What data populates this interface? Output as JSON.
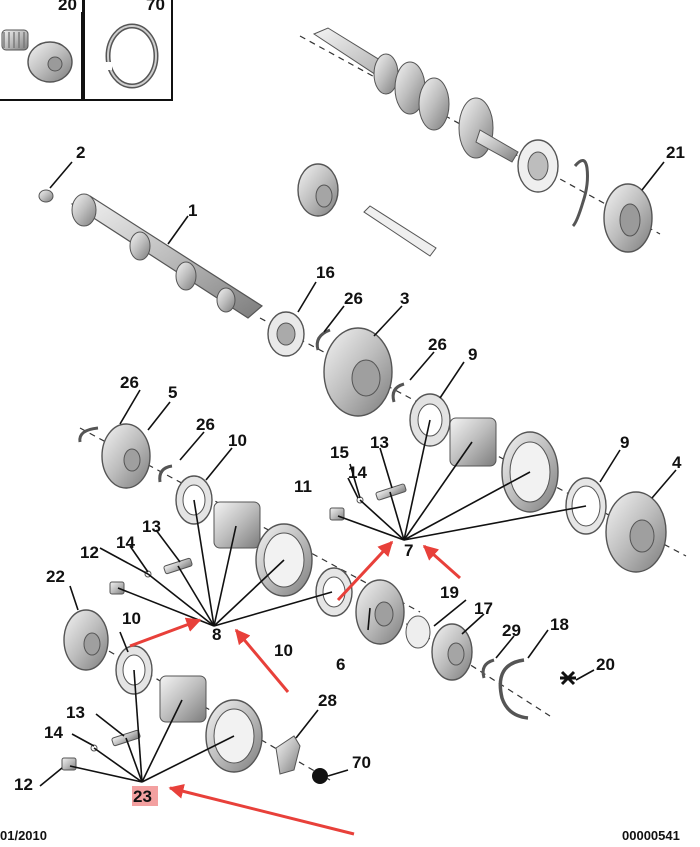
{
  "legend_boxes": [
    {
      "number": "20",
      "part": "bolt"
    },
    {
      "number": "70",
      "part": "snap-ring"
    }
  ],
  "part_labels": {
    "p1": "1",
    "p2": "2",
    "p3": "3",
    "p4": "4",
    "p5": "5",
    "p6": "6",
    "p7": "7",
    "p8": "8",
    "p9a": "9",
    "p9b": "9",
    "p10a": "10",
    "p10b": "10",
    "p10c": "10",
    "p11": "11",
    "p12a": "12",
    "p12b": "12",
    "p13a": "13",
    "p13b": "13",
    "p13c": "13",
    "p14a": "14",
    "p14b": "14",
    "p14c": "14",
    "p15": "15",
    "p16": "16",
    "p17": "17",
    "p18": "18",
    "p19": "19",
    "p20": "20",
    "p21": "21",
    "p22": "22",
    "p23": "23",
    "p26a": "26",
    "p26b": "26",
    "p26c": "26",
    "p26d": "26",
    "p28": "28",
    "p29": "29",
    "p70": "70"
  },
  "footer": {
    "date": "01/2010",
    "reference": "00000541"
  },
  "colors": {
    "highlight": "#e8403a",
    "highlight_box": "#f3a0a0",
    "part_fill": "#d9d9d9",
    "part_stroke": "#555555"
  }
}
